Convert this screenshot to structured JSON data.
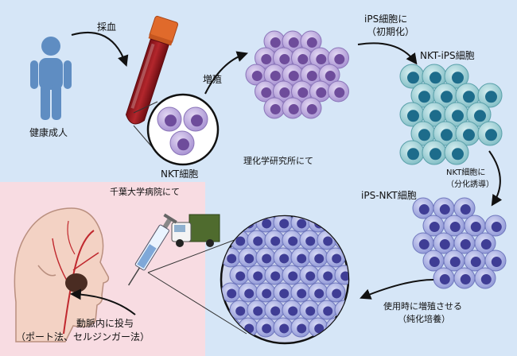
{
  "regions": {
    "riken_label": "理化学研究所にて",
    "chiba_label": "千葉大学病院にて"
  },
  "steps": {
    "donor_label": "健康成人",
    "blood_draw": "採血",
    "proliferation": "増殖",
    "nkt_cell": "NKT細胞",
    "to_ips_line1": "iPS細胞に",
    "to_ips_line2": "（初期化）",
    "nkt_ips": "NKT-iPS細胞",
    "to_nkt_line1": "NKT細胞に",
    "to_nkt_line2": "（分化誘導）",
    "ips_nkt": "iPS-NKT細胞",
    "expand_line1": "使用時に増殖させる",
    "expand_line2": "（純化培養）",
    "admin_line1": "動脈内に投与",
    "admin_line2": "（ポート法、セルジンガー法）"
  },
  "colors": {
    "riken_bg": "#d6e6f7",
    "chiba_bg": "#f8dce2",
    "person": "#5f8dc2",
    "purple_cell": "#b9a6dc",
    "purple_nucleus": "#6e4c9b",
    "teal_cell": "#9ad0d6",
    "teal_nucleus": "#1d6c8b",
    "blue_cell": "#a7aee0",
    "blue_nucleus": "#3f3d95",
    "blood": "#9c1c22",
    "cap": "#e06a2b"
  }
}
